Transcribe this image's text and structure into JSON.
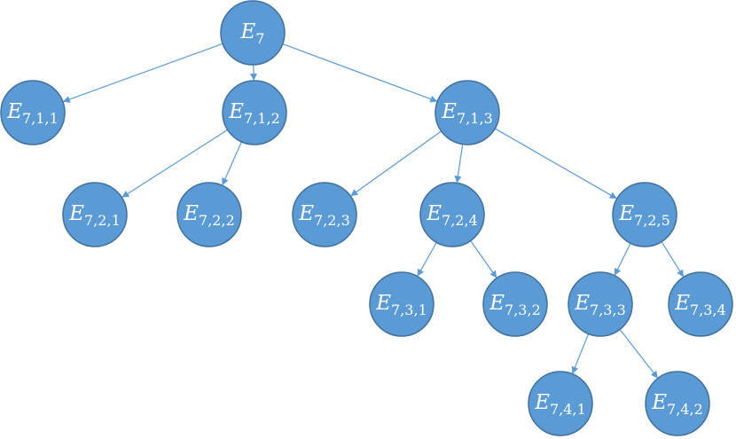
{
  "nodes": [
    {
      "id": "e7",
      "base": "E",
      "sub": "7"
    },
    {
      "id": "e7-1-1",
      "base": "E",
      "sub": "7,1,1"
    },
    {
      "id": "e7-1-2",
      "base": "E",
      "sub": "7,1,2"
    },
    {
      "id": "e7-1-3",
      "base": "E",
      "sub": "7,1,3"
    },
    {
      "id": "e7-2-1",
      "base": "E",
      "sub": "7,2,1"
    },
    {
      "id": "e7-2-2",
      "base": "E",
      "sub": "7,2,2"
    },
    {
      "id": "e7-2-3",
      "base": "E",
      "sub": "7,2,3"
    },
    {
      "id": "e7-2-4",
      "base": "E",
      "sub": "7,2,4"
    },
    {
      "id": "e7-2-5",
      "base": "E",
      "sub": "7,2,5"
    },
    {
      "id": "e7-3-1",
      "base": "E",
      "sub": "7,3,1"
    },
    {
      "id": "e7-3-2",
      "base": "E",
      "sub": "7,3,2"
    },
    {
      "id": "e7-3-3",
      "base": "E",
      "sub": "7,3,3"
    },
    {
      "id": "e7-3-4",
      "base": "E",
      "sub": "7,3,4"
    },
    {
      "id": "e7-4-1",
      "base": "E",
      "sub": "7,4,1"
    },
    {
      "id": "e7-4-2",
      "base": "E",
      "sub": "7,4,2"
    }
  ],
  "edges": [
    [
      "e7",
      "e7-1-1"
    ],
    [
      "e7",
      "e7-1-2"
    ],
    [
      "e7",
      "e7-1-3"
    ],
    [
      "e7-1-2",
      "e7-2-1"
    ],
    [
      "e7-1-2",
      "e7-2-2"
    ],
    [
      "e7-1-3",
      "e7-2-3"
    ],
    [
      "e7-1-3",
      "e7-2-4"
    ],
    [
      "e7-1-3",
      "e7-2-5"
    ],
    [
      "e7-2-4",
      "e7-3-1"
    ],
    [
      "e7-2-4",
      "e7-3-2"
    ],
    [
      "e7-2-5",
      "e7-3-3"
    ],
    [
      "e7-2-5",
      "e7-3-4"
    ],
    [
      "e7-3-3",
      "e7-4-1"
    ],
    [
      "e7-3-3",
      "e7-4-2"
    ]
  ],
  "colors": {
    "node_fill": "#5b9bd5",
    "node_stroke": "#41719c",
    "edge": "#5b9bd5",
    "label": "#ffffff"
  }
}
